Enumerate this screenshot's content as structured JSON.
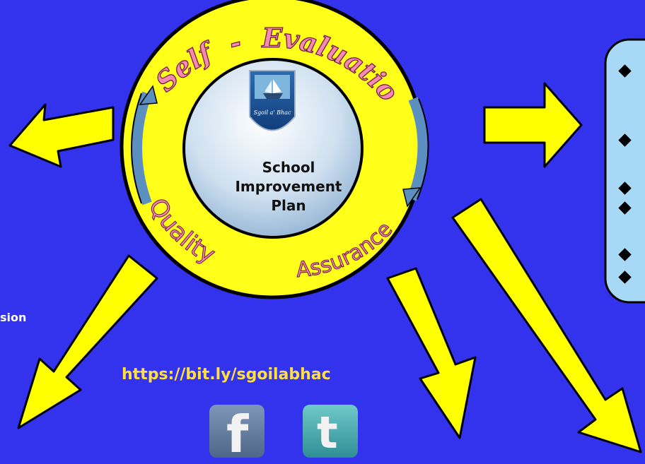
{
  "diagram": {
    "center_title_lines": [
      "School",
      "Improvement",
      "Plan"
    ],
    "ring_arc_top": [
      "Self",
      "-",
      "Evaluation"
    ],
    "ring_arc_bottom_left": "Quality",
    "ring_arc_bottom_right": "Assurance",
    "crest_text": "Sgoil a' Bhac",
    "partial_left_text": "sion",
    "url": "https://bit.ly/sgoilabhac"
  },
  "colors": {
    "background": "#3333ee",
    "ring": "#ffff1a",
    "arrow": "#ffff00",
    "arc_text_fill": "#f38ab0",
    "center_disc": "#c9ddef",
    "panel": "#a7d8f5",
    "url_text": "#ffe040"
  },
  "icons": [
    "facebook-icon",
    "twitter-icon",
    "crest-icon",
    "bullet-diamond-icon"
  ]
}
